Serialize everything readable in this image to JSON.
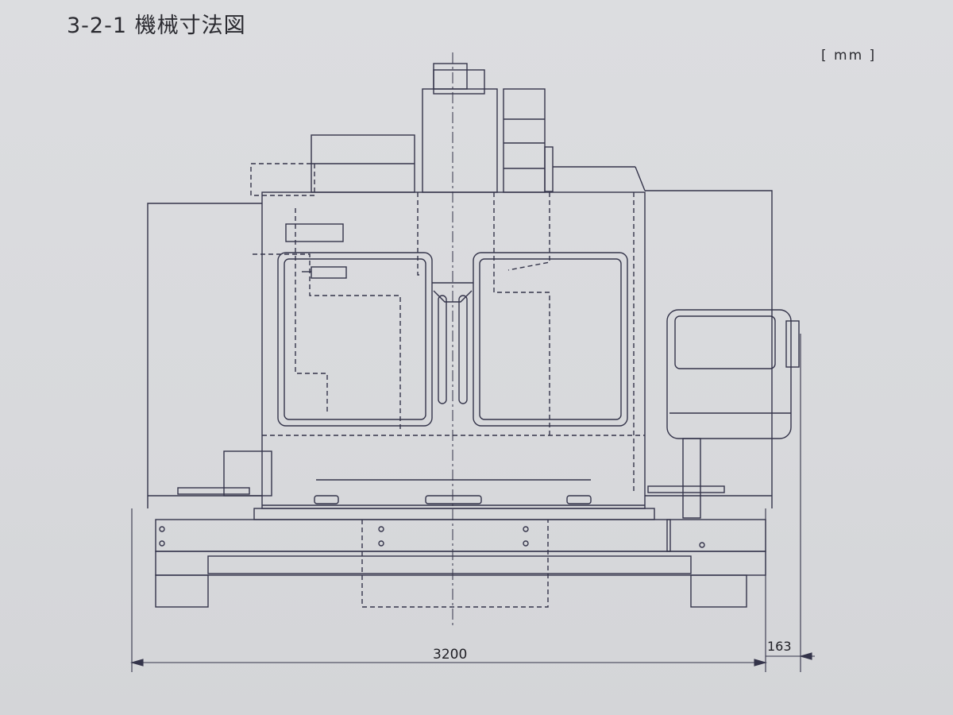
{
  "heading": "3-2-1 機械寸法図",
  "unit_label": "[ mm ]",
  "dimensions": {
    "overall_width": "3200",
    "side_offset": "163"
  },
  "colors": {
    "line": "#34344a",
    "paper": "#d9dadc"
  }
}
